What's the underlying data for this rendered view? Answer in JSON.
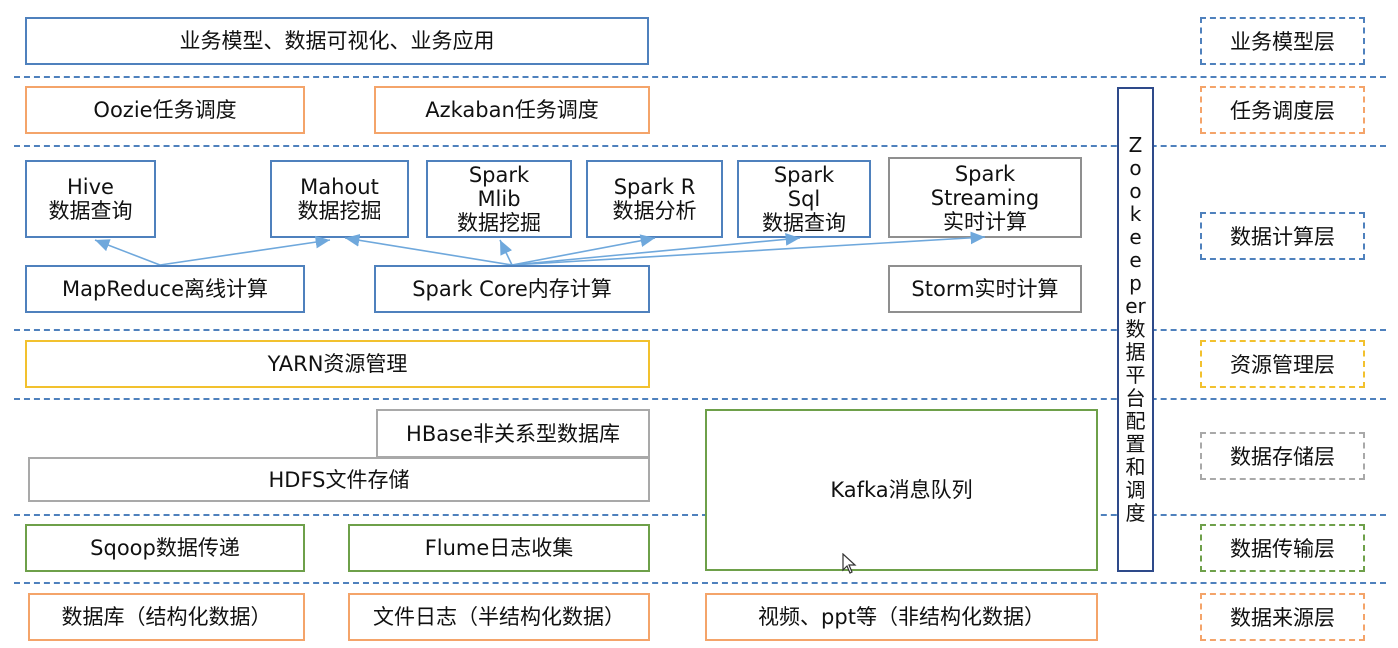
{
  "rows": {
    "business": "业务模型、数据可视化、业务应用",
    "oozie": "Oozie任务调度",
    "azkaban": "Azkaban任务调度",
    "hive": "Hive\n数据查询",
    "mahout": "Mahout\n数据挖掘",
    "spark_mlib": "Spark\nMlib\n数据挖掘",
    "spark_r": "Spark R\n数据分析",
    "spark_sql": "Spark\nSql\n数据查询",
    "spark_streaming": "Spark\nStreaming\n实时计算",
    "mapreduce": "MapReduce离线计算",
    "spark_core": "Spark Core内存计算",
    "storm": "Storm实时计算",
    "yarn": "YARN资源管理",
    "hbase": "HBase非关系型数据库",
    "hdfs": "HDFS文件存储",
    "kafka": "Kafka消息队列",
    "sqoop": "Sqoop数据传递",
    "flume": "Flume日志收集",
    "src_db": "数据库（结构化数据）",
    "src_log": "文件日志（半结构化数据）",
    "src_video": "视频、ppt等（非结构化数据）"
  },
  "zookeeper": "Zookeeper数据平台配置和调度",
  "layers": {
    "business": "业务模型层",
    "schedule": "任务调度层",
    "compute": "数据计算层",
    "resource": "资源管理层",
    "storage": "数据存储层",
    "transfer": "数据传输层",
    "source": "数据来源层"
  },
  "colors": {
    "blue": "#4f81bd",
    "orange": "#f4a46a",
    "gray": "#8f8f8f",
    "yellow": "#f2c12e",
    "green": "#6ea04a",
    "arrow": "#6fa8dc"
  }
}
